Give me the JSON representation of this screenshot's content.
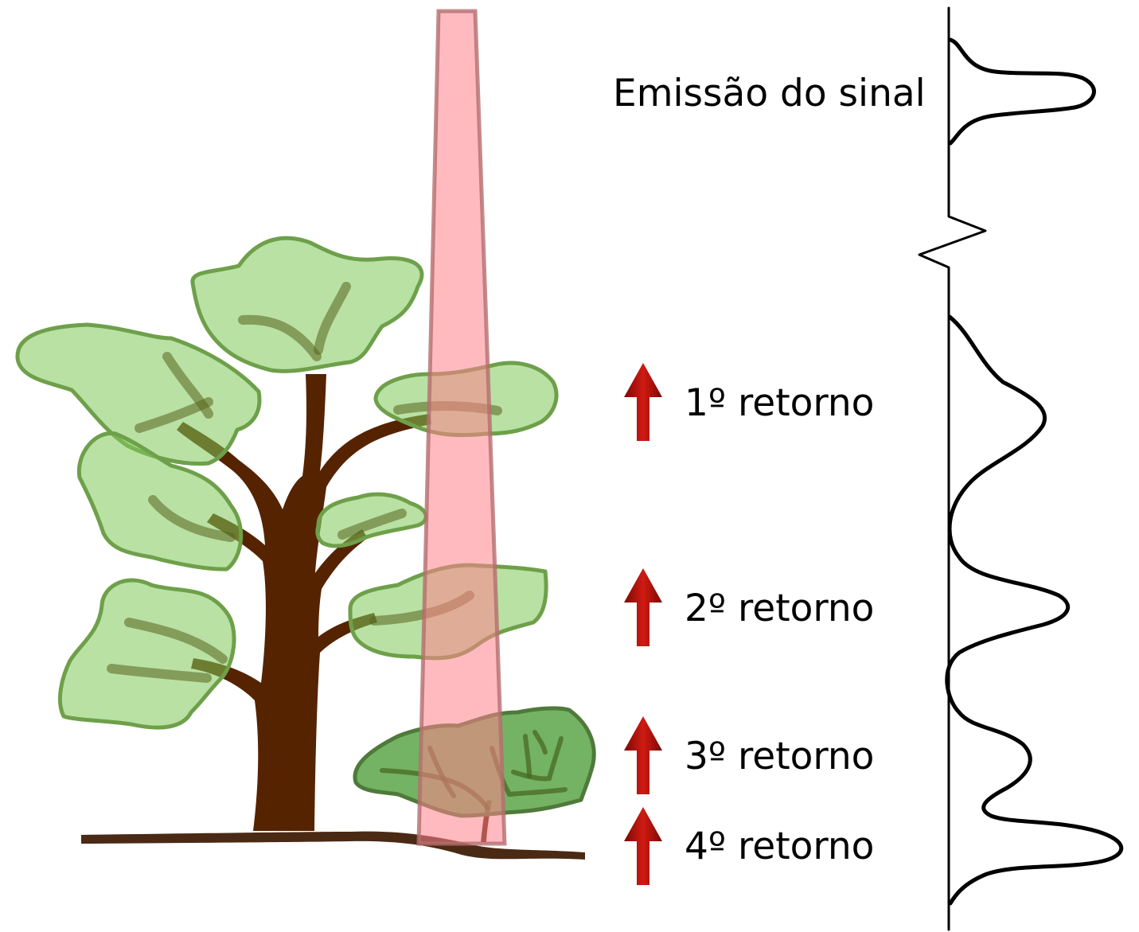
{
  "emission_label": "Emissão do sinal",
  "returns": [
    {
      "label": "1º retorno"
    },
    {
      "label": "2º retorno"
    },
    {
      "label": "3º retorno"
    },
    {
      "label": "4º retorno"
    }
  ],
  "colors": {
    "arrow": "#b2140e",
    "trunk": "#552300",
    "ground": "#4a2a15",
    "beam_fill": "#ffb8b8",
    "beam_stroke": "#c98282",
    "foliage": "#8fd468",
    "shrub": "#5aa83e"
  }
}
